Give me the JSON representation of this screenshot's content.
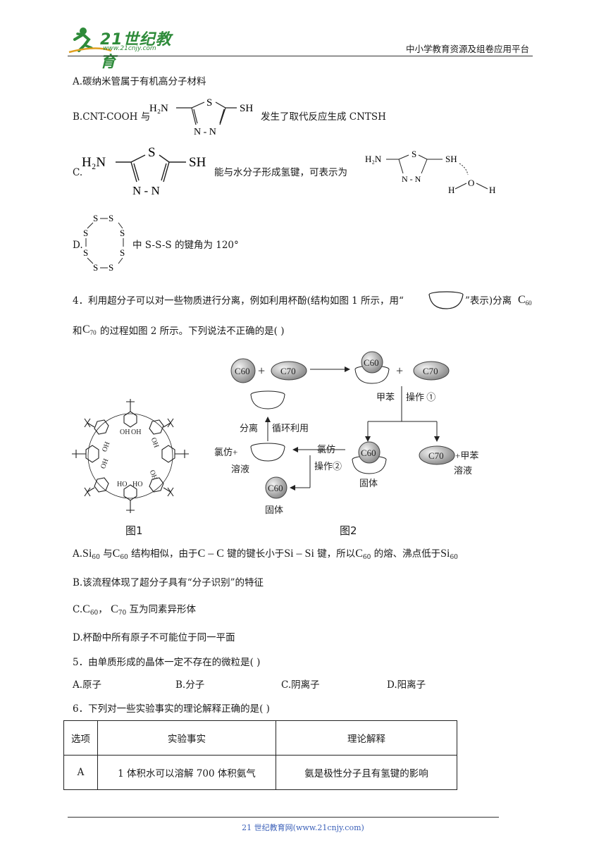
{
  "header": {
    "logo_text": "21世纪教育",
    "logo_url": "www.21cnjy.com",
    "right_text": "中小学教育资源及组卷应用平台"
  },
  "q3": {
    "optA": "A.碳纳米管属于有机高分子材料",
    "optB_pre": "B.CNT-COOH 与",
    "optB_post": "发生了取代反应生成 CNTSH",
    "optC_pre": "C.",
    "optC_mid": "能与水分子形成氢键，可表示为",
    "optD_pre": "D.",
    "optD_post": "中 S-S-S 的键角为 120°",
    "mol": {
      "h2n": "H₂N",
      "s": "S",
      "sh": "SH",
      "nn": "N - N",
      "h": "H",
      "o": "O"
    }
  },
  "q4": {
    "line1_pre": "4．利用超分子可以对一些物质进行分离，例如利用杯酚(结构如图 1 所示，用“",
    "line1_post": "”表示)分离",
    "c60": "C",
    "c60_sub": "60",
    "line2_pre": "和",
    "c70_sub": "70",
    "line2_post": "的过程如图 2 所示。下列说法不正确的是(      )",
    "fig1_label": "图1",
    "fig2_label": "图2",
    "fig2": {
      "c60": "C60",
      "c70": "C70",
      "toluene": "甲苯",
      "op1": "操作 ①",
      "sep": "分离",
      "recycle": "循环利用",
      "chloroform_plus": "氯仿+",
      "solution": "溶液",
      "chloroform": "氯仿",
      "op2": "操作②",
      "solid": "固体",
      "plus_toluene": "+甲苯",
      "solution2": "溶液",
      "solid2": "固体"
    },
    "optA_pre": "A.",
    "optA_si": "Si",
    "optA_t1": "与",
    "optA_t2": "结构相似，由于",
    "optA_cc": "C – C",
    "optA_t3": "键的键长小于",
    "optA_sisi": "Si – Si",
    "optA_t4": "键，所以",
    "optA_t5": "的熔、沸点低于",
    "optB": "B.该流程体现了超分子具有“分子识别”的特征",
    "optC_pre": "C.",
    "optC_sep": "，",
    "optC_post": "互为同素异形体",
    "optD": "D.杯酚中所有原子不可能位于同一平面"
  },
  "q5": {
    "stem": "5．由单质形成的晶体一定不存在的微粒是(      )",
    "options": [
      "A.原子",
      "B.分子",
      "C.阴离子",
      "D.阳离子"
    ]
  },
  "q6": {
    "stem": "6．下列对一些实验事实的理论解释正确的是(      )",
    "headers": [
      "选项",
      "实验事实",
      "理论解释"
    ],
    "row": [
      "A",
      "1 体积水可以溶解 700 体积氨气",
      "氨是极性分子且有氢键的影响"
    ]
  },
  "footer": {
    "text": "21 世纪教育网(www.21cnjy.com)"
  }
}
